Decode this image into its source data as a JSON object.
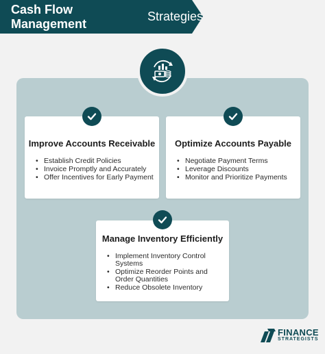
{
  "header": {
    "title_bold": "Cash Flow Management",
    "title_light": "Strategies"
  },
  "colors": {
    "primary": "#0f4b55",
    "panel": "#b9cdd0",
    "background": "#f2f2f2"
  },
  "hub": {
    "icon": "cash-flow-cycle-icon"
  },
  "cards": [
    {
      "title": "Improve Accounts Receivable",
      "items": [
        "Establish Credit Policies",
        "Invoice Promptly and Accurately",
        "Offer Incentives for Early Payment"
      ]
    },
    {
      "title": "Optimize Accounts Payable",
      "items": [
        "Negotiate Payment Terms",
        "Leverage Discounts",
        "Monitor and Prioritize Payments"
      ]
    },
    {
      "title": "Manage Inventory Efficiently",
      "items": [
        "Implement Inventory Control Systems",
        "Optimize Reorder Points and Order Quantities",
        "Reduce Obsolete Inventory"
      ]
    }
  ],
  "logo": {
    "line1": "FINANCE",
    "line2": "STRATEGISTS"
  }
}
